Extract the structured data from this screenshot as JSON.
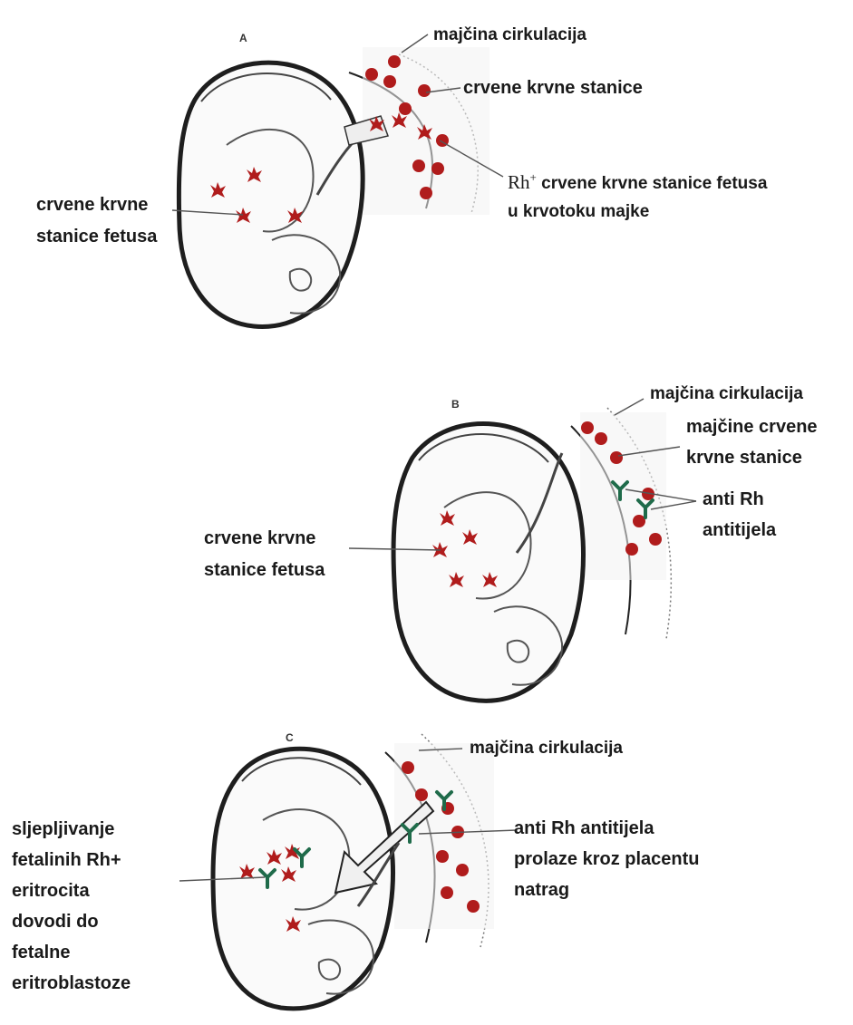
{
  "panels": [
    {
      "letter": "A",
      "labels": {
        "maternal_circulation": "majčina cirkulacija",
        "red_blood_cells": "crvene krvne stanice",
        "rh_prefix": "Rh",
        "rh_sup": "+",
        "rh_line1_rest": " crvene krvne stanice fetusa",
        "rh_line2": "u krvotoku majke",
        "fetal_cells_line1": "crvene krvne",
        "fetal_cells_line2": "stanice fetusa"
      }
    },
    {
      "letter": "B",
      "labels": {
        "maternal_circulation": "majčina cirkulacija",
        "maternal_cells_line1": "majčine crvene",
        "maternal_cells_line2": "krvne stanice",
        "antibodies_line1": "anti Rh",
        "antibodies_line2": "antitijela",
        "fetal_cells_line1": "crvene krvne",
        "fetal_cells_line2": "stanice fetusa"
      }
    },
    {
      "letter": "C",
      "labels": {
        "maternal_circulation": "majčina cirkulacija",
        "antibodies_line1": "anti Rh antitijela",
        "antibodies_line2": "prolaze kroz placentu",
        "antibodies_line3": "natrag",
        "agglutination_lines": [
          "sljepljivanje",
          "fetalinih Rh+",
          "eritrocita",
          "dovodi do",
          "fetalne",
          "eritroblastoze"
        ]
      }
    }
  ],
  "colors": {
    "fetal_cell": "#b01c1c",
    "maternal_cell": "#b01c1c",
    "antibody": "#1f6b4a",
    "outline": "#1e1e1e",
    "leader_line": "#555555"
  }
}
